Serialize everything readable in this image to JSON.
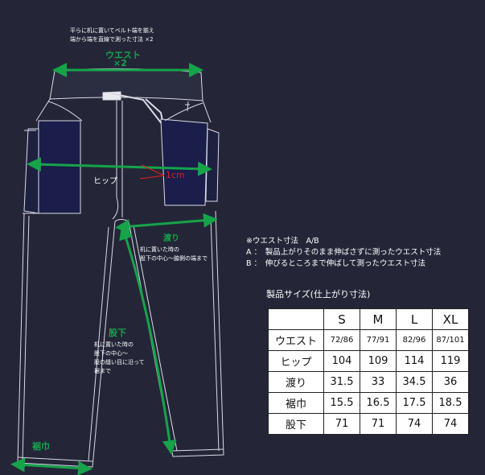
{
  "top_note": [
    "平らに机に置いてベルト端を揃え",
    "端から端を直線で測った寸法 ×2"
  ],
  "labels": {
    "waist": "ウエスト",
    "waist_x2": "×2",
    "hip": "ヒップ",
    "one_cm": "1cm",
    "rise": "渡り",
    "rise_note": [
      "机に置いた時の",
      "股下の中心～脇側の端まで"
    ],
    "inseam": "股下",
    "inseam_note": [
      "机に置いた時の",
      "股下の中心～",
      "股の縫い目に沿って",
      "裾まで"
    ],
    "hem": "裾巾"
  },
  "waist_note": {
    "title": "※ウエスト寸法　A/B",
    "a": "A ：　製品上がりそのまま伸ばさずに測ったウエスト寸法",
    "b": "B ：　伸びるところまで伸ばして測ったウエスト寸法"
  },
  "table": {
    "caption": "製品サイズ(仕上がり寸法)",
    "sizes": [
      "S",
      "M",
      "L",
      "XL"
    ],
    "rows": [
      {
        "name": "ウエスト",
        "values": [
          "72/86",
          "77/91",
          "82/96",
          "87/101"
        ]
      },
      {
        "name": "ヒップ",
        "values": [
          "104",
          "109",
          "114",
          "119"
        ]
      },
      {
        "name": "渡り",
        "values": [
          "31.5",
          "33",
          "34.5",
          "36"
        ]
      },
      {
        "name": "裾巾",
        "values": [
          "15.5",
          "16.5",
          "17.5",
          "18.5"
        ]
      },
      {
        "name": "股下",
        "values": [
          "71",
          "71",
          "74",
          "74"
        ]
      }
    ]
  },
  "colors": {
    "background": "#242638",
    "measure_line": "#16a34a",
    "accent_red": "#e0201e",
    "outline": "#d9dbe6"
  }
}
